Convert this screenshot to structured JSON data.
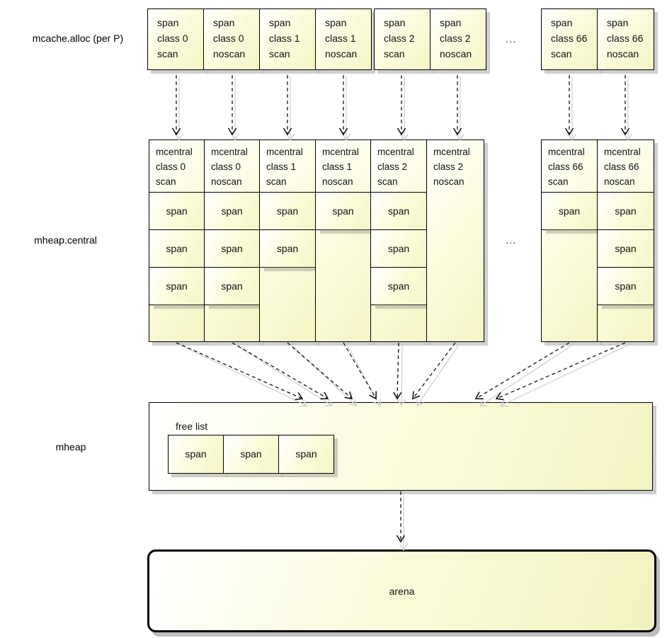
{
  "section_labels": {
    "mcache": "mcache.alloc (per P)",
    "mcentral": "mheap.central",
    "mheap": "mheap"
  },
  "ellipsis_top": "...",
  "ellipsis_mid": "...",
  "mcache_boxes": [
    {
      "lines": [
        "span",
        "class 0",
        "scan"
      ]
    },
    {
      "lines": [
        "span",
        "class 0",
        "noscan"
      ]
    },
    {
      "lines": [
        "span",
        "class 1",
        "scan"
      ]
    },
    {
      "lines": [
        "span",
        "class 1",
        "noscan"
      ]
    },
    {
      "lines": [
        "span",
        "class 2",
        "scan"
      ]
    },
    {
      "lines": [
        "span",
        "class 2",
        "noscan"
      ]
    },
    {
      "lines": [
        "span",
        "class 66",
        "scan"
      ]
    },
    {
      "lines": [
        "span",
        "class 66",
        "noscan"
      ]
    }
  ],
  "mcentral_columns": [
    {
      "header": [
        "mcentral",
        "class 0",
        "scan"
      ],
      "spans": [
        "span",
        "span",
        "span"
      ]
    },
    {
      "header": [
        "mcentral",
        "class 0",
        "noscan"
      ],
      "spans": [
        "span",
        "span",
        "span"
      ]
    },
    {
      "header": [
        "mcentral",
        "class 1",
        "scan"
      ],
      "spans": [
        "span",
        "span"
      ]
    },
    {
      "header": [
        "mcentral",
        "class 1",
        "noscan"
      ],
      "spans": [
        "span"
      ]
    },
    {
      "header": [
        "mcentral",
        "class 2",
        "scan"
      ],
      "spans": [
        "span",
        "span",
        "span"
      ]
    },
    {
      "header": [
        "mcentral",
        "class 2",
        "noscan"
      ],
      "spans": []
    },
    {
      "header": [
        "mcentral",
        "class 66",
        "scan"
      ],
      "spans": [
        "span"
      ]
    },
    {
      "header": [
        "mcentral",
        "class 66",
        "noscan"
      ],
      "spans": [
        "span",
        "span",
        "span"
      ]
    }
  ],
  "mheap_box": {
    "free_list_label": "free list",
    "spans": [
      "span",
      "span",
      "span"
    ]
  },
  "arena": {
    "label": "arena"
  },
  "colors": {
    "box_fill": "#fafad2",
    "border": "#000000",
    "shadow": "#c8c8c8",
    "arrow": "#141414",
    "arrow_shadow": "#cfcfcf",
    "background": "#ffffff"
  }
}
